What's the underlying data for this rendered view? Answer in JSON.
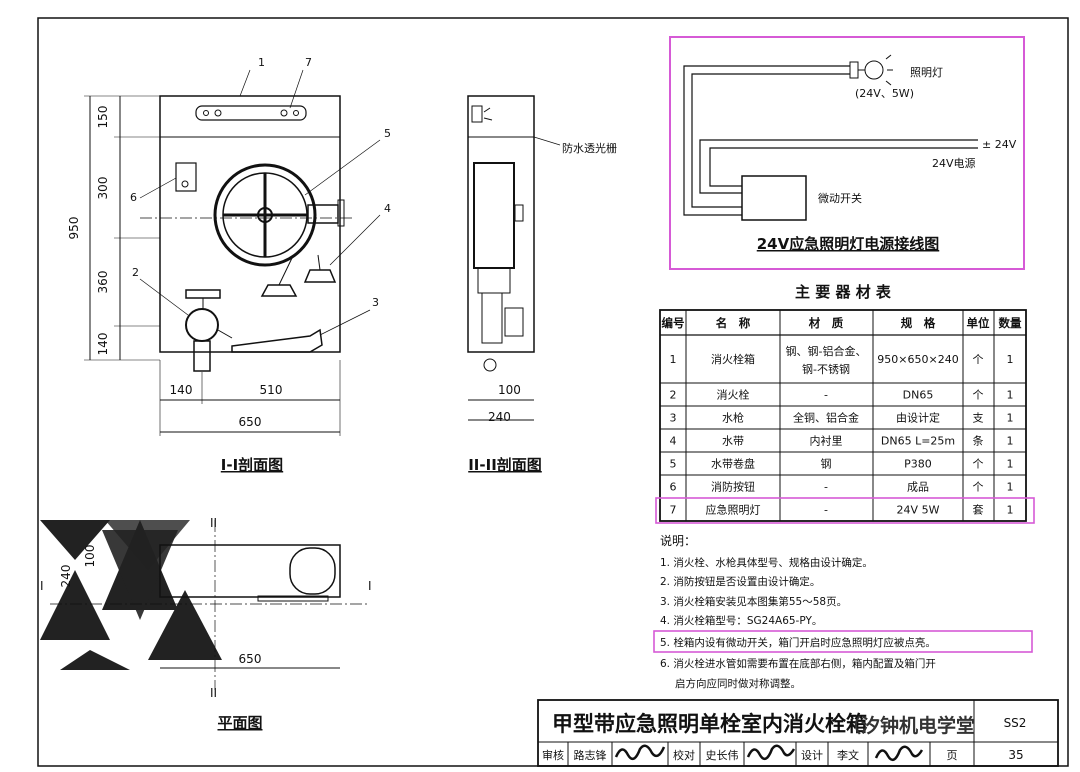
{
  "dims": {
    "h150": "150",
    "h300": "300",
    "h950": "950",
    "h360": "360",
    "h140": "140",
    "w140": "140",
    "w510": "510",
    "w650": "650",
    "w100": "100",
    "w240": "240",
    "p100": "100",
    "p240": "240",
    "p650": "650"
  },
  "callouts": [
    "1",
    "7",
    "5",
    "6",
    "4",
    "2",
    "3"
  ],
  "section_labels": {
    "sec1": "I-I剖面图",
    "sec2": "II-II剖面图",
    "plan": "平面图",
    "plan_I_left": "I",
    "plan_I_right": "I",
    "plan_II_top": "II",
    "plan_II_bottom": "II",
    "waterproof": "防水透光栅"
  },
  "wiring": {
    "lamp": "照明灯",
    "lamp_spec": "(24V、5W)",
    "plus24": "± 24V",
    "power": "24V电源",
    "switch": "微动开关",
    "title": "24V应急照明灯电源接线图"
  },
  "table": {
    "title": "主 要 器 材 表",
    "headers": [
      "编号",
      "名　称",
      "材　质",
      "规　格",
      "单位",
      "数量"
    ],
    "rows": [
      {
        "no": "1",
        "name": "消火栓箱",
        "mat1": "钢、钢-铝合金、",
        "mat2": "钢-不锈钢",
        "spec": "950×650×240",
        "unit": "个",
        "qty": "1"
      },
      {
        "no": "2",
        "name": "消火栓",
        "mat1": "-",
        "mat2": "",
        "spec": "DN65",
        "unit": "个",
        "qty": "1"
      },
      {
        "no": "3",
        "name": "水枪",
        "mat1": "全铜、铝合金",
        "mat2": "",
        "spec": "由设计定",
        "unit": "支",
        "qty": "1"
      },
      {
        "no": "4",
        "name": "水带",
        "mat1": "内衬里",
        "mat2": "",
        "spec": "DN65  L=25m",
        "unit": "条",
        "qty": "1"
      },
      {
        "no": "5",
        "name": "水带卷盘",
        "mat1": "钢",
        "mat2": "",
        "spec": "P380",
        "unit": "个",
        "qty": "1"
      },
      {
        "no": "6",
        "name": "消防按钮",
        "mat1": "-",
        "mat2": "",
        "spec": "成品",
        "unit": "个",
        "qty": "1"
      },
      {
        "no": "7",
        "name": "应急照明灯",
        "mat1": "-",
        "mat2": "",
        "spec": "24V  5W",
        "unit": "套",
        "qty": "1"
      }
    ]
  },
  "notes": {
    "heading": "说明：",
    "items": [
      "1. 消火栓、水枪具体型号、规格由设计确定。",
      "2. 消防按钮是否设置由设计确定。",
      "3. 消火栓箱安装见本图集第55～58页。",
      "4. 消火栓箱型号：SG24A65-PY。",
      "5. 栓箱内设有微动开关，箱门开启时应急照明灯应被点亮。",
      "6. 消火栓进水管如需要布置在底部右侧，箱内配置及箱门开",
      "启方向应同时做对称调整。"
    ]
  },
  "title_block": {
    "title": "甲型带应急照明单栓室内消火栓箱",
    "atlas": "SS2",
    "watermark": "（汐钟机电学堂",
    "review_label": "审核",
    "review_name": "路志锋",
    "check_label": "校对",
    "check_name": "史长伟",
    "design_label": "设计",
    "design_name": "李文",
    "page_label": "页",
    "page_no": "35"
  },
  "colors": {
    "highlight": "#d65ad6",
    "line": "#111111"
  }
}
